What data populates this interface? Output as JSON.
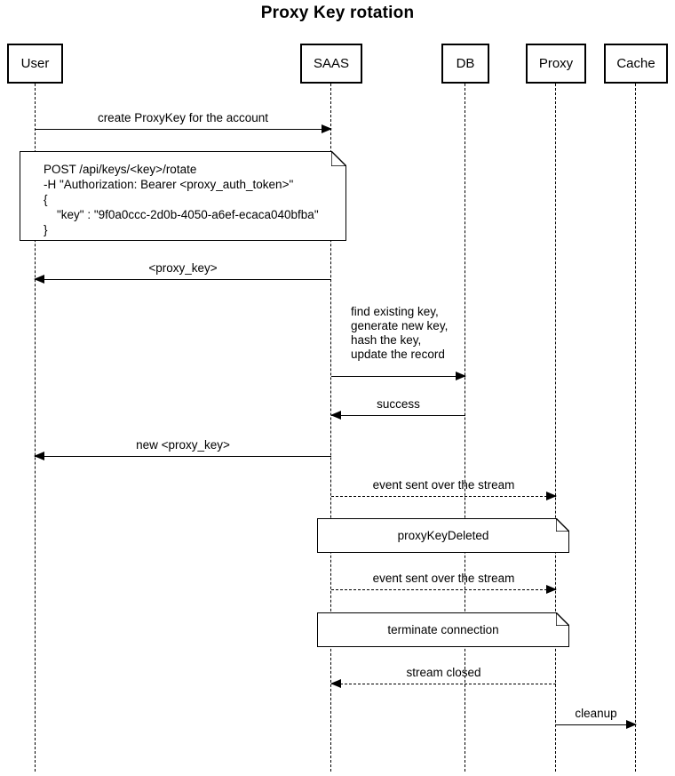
{
  "title": "Proxy Key rotation",
  "participants": [
    {
      "label": "User"
    },
    {
      "label": "SAAS"
    },
    {
      "label": "DB"
    },
    {
      "label": "Proxy"
    },
    {
      "label": "Cache"
    }
  ],
  "messages": {
    "create_proxykey": "create ProxyKey for the account",
    "return_proxy_key": "<proxy_key>",
    "success": "success",
    "new_proxy_key": "new <proxy_key>",
    "event_stream_1": "event sent over the stream",
    "event_stream_2": "event sent over the stream",
    "stream_closed": "stream closed",
    "cleanup": "cleanup"
  },
  "annotations": {
    "db_update": [
      "find existing key,",
      "generate new key,",
      "hash the key,",
      "update the record"
    ]
  },
  "notes": {
    "request_lines": [
      "POST /api/keys/<key>/rotate",
      "-H \"Authorization: Bearer <proxy_auth_token>\"",
      "{",
      "    \"key\" : \"9f0a0ccc-2d0b-4050-a6ef-ecaca040bfba\"",
      "}"
    ],
    "proxy_key_deleted": "proxyKeyDeleted",
    "terminate_connection": "terminate connection"
  },
  "colors": {
    "stroke": "#000000",
    "background": "#ffffff"
  }
}
